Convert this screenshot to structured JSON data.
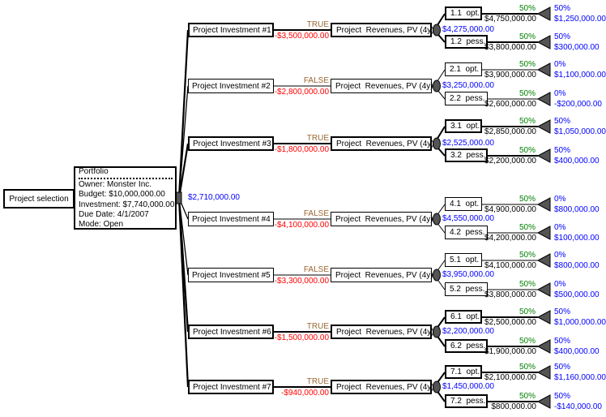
{
  "diagram": {
    "root_label": "Project selection",
    "portfolio": {
      "title": "Portfolio",
      "owner": "Owner: Monster Inc.",
      "budget": "Budget: $10,000,000.00",
      "investment": "Investment: $7,740,000.00",
      "due_date": "Due Date: 4/1/2007",
      "mode": "Mode: Open",
      "value": "$2,710,000.00"
    },
    "revenues_label": "Project  Revenues, PV (4y)",
    "branches": [
      {
        "label": "Project Investment #1",
        "decision": "TRUE",
        "cost": "-$3,500,000.00",
        "value": "$4,275,000.00",
        "leaves": [
          {
            "label": "1.1  opt.",
            "prob": "50%",
            "payoff": "$4,750,000.00",
            "end_prob": "50%",
            "end_value": "$1,250,000.00"
          },
          {
            "label": "1.2  pess.",
            "prob": "50%",
            "payoff": "$3,800,000.00",
            "end_prob": "50%",
            "end_value": "$300,000.00"
          }
        ]
      },
      {
        "label": "Project Investment #2",
        "decision": "FALSE",
        "cost": "-$2,800,000.00",
        "value": "$3,250,000.00",
        "leaves": [
          {
            "label": "2.1  opt.",
            "prob": "50%",
            "payoff": "$3,900,000.00",
            "end_prob": "0%",
            "end_value": "$1,100,000.00"
          },
          {
            "label": "2.2  pess.",
            "prob": "50%",
            "payoff": "$2,600,000.00",
            "end_prob": "0%",
            "end_value": "-$200,000.00"
          }
        ]
      },
      {
        "label": "Project Investment #3",
        "decision": "TRUE",
        "cost": "-$1,800,000.00",
        "value": "$2,525,000.00",
        "leaves": [
          {
            "label": "3.1  opt.",
            "prob": "50%",
            "payoff": "$2,850,000.00",
            "end_prob": "50%",
            "end_value": "$1,050,000.00"
          },
          {
            "label": "3.2  pess.",
            "prob": "50%",
            "payoff": "$2,200,000.00",
            "end_prob": "50%",
            "end_value": "$400,000.00"
          }
        ]
      },
      {
        "label": "Project Investment #4",
        "decision": "FALSE",
        "cost": "-$4,100,000.00",
        "value": "$4,550,000.00",
        "leaves": [
          {
            "label": "4.1  opt.",
            "prob": "50%",
            "payoff": "$4,900,000.00",
            "end_prob": "0%",
            "end_value": "$800,000.00"
          },
          {
            "label": "4.2  pess.",
            "prob": "50%",
            "payoff": "$4,200,000.00",
            "end_prob": "0%",
            "end_value": "$100,000.00"
          }
        ]
      },
      {
        "label": "Project Investment #5",
        "decision": "FALSE",
        "cost": "-$3,300,000.00",
        "value": "$3,950,000.00",
        "leaves": [
          {
            "label": "5.1  opt.",
            "prob": "50%",
            "payoff": "$4,100,000.00",
            "end_prob": "0%",
            "end_value": "$800,000.00"
          },
          {
            "label": "5.2  pess.",
            "prob": "50%",
            "payoff": "$3,800,000.00",
            "end_prob": "0%",
            "end_value": "$500,000.00"
          }
        ]
      },
      {
        "label": "Project Investment #6",
        "decision": "TRUE",
        "cost": "-$1,500,000.00",
        "value": "$2,200,000.00",
        "leaves": [
          {
            "label": "6.1  opt.",
            "prob": "50%",
            "payoff": "$2,500,000.00",
            "end_prob": "50%",
            "end_value": "$1,000,000.00"
          },
          {
            "label": "6.2  pess.",
            "prob": "50%",
            "payoff": "$1,900,000.00",
            "end_prob": "50%",
            "end_value": "$400,000.00"
          }
        ]
      },
      {
        "label": "Project Investment #7",
        "decision": "TRUE",
        "cost": "-$940,000.00",
        "value": "$1,450,000.00",
        "leaves": [
          {
            "label": "7.1  opt.",
            "prob": "50%",
            "payoff": "$2,100,000.00",
            "end_prob": "50%",
            "end_value": "$1,160,000.00"
          },
          {
            "label": "7.2  pess.",
            "prob": "50%",
            "payoff": "$800,000.00",
            "end_prob": "50%",
            "end_value": "-$140,000.00"
          }
        ]
      }
    ],
    "colors": {
      "value_blue": "#0000ff",
      "cost_red": "#ff0000",
      "prob_green": "#008000",
      "decision_brown": "#996633",
      "node_gray": "#545454"
    }
  }
}
